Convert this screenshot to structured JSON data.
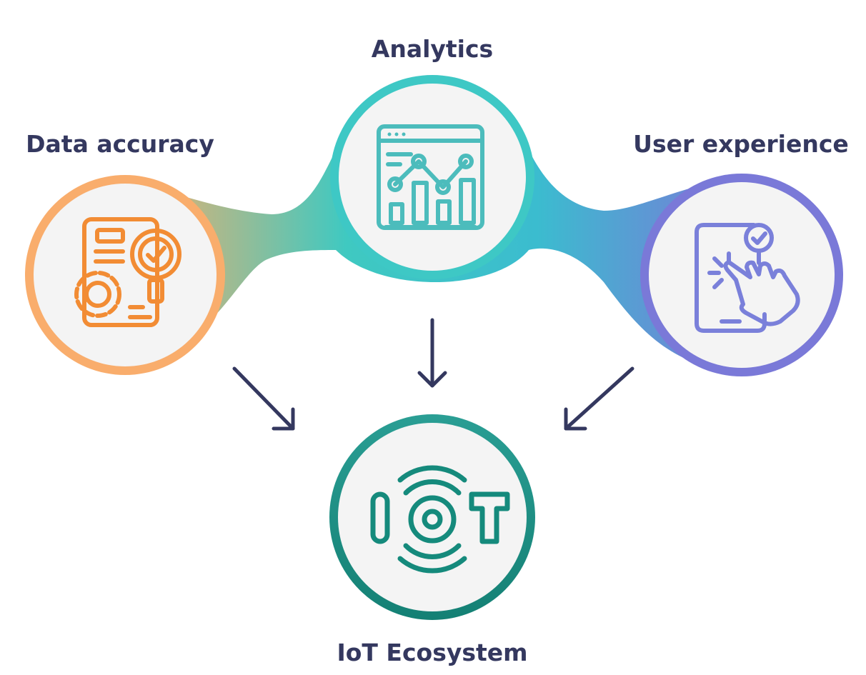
{
  "nodes": {
    "data_accuracy": {
      "label": "Data accuracy",
      "icon": "document-gear-magnifier-check-icon",
      "color": "#f7a862"
    },
    "analytics": {
      "label": "Analytics",
      "icon": "browser-line-bar-chart-icon",
      "color": "#3cc8c4"
    },
    "user_experience": {
      "label": "User experience",
      "icon": "phone-touch-check-icon",
      "color": "#7a7ad8"
    },
    "iot_ecosystem": {
      "label": "IoT Ecosystem",
      "icon": "iot-signal-icon",
      "color": "#1e9486"
    }
  },
  "colors": {
    "label_text": "#34385f",
    "arrow": "#34385f",
    "disc_fill": "#f4f4f4"
  }
}
